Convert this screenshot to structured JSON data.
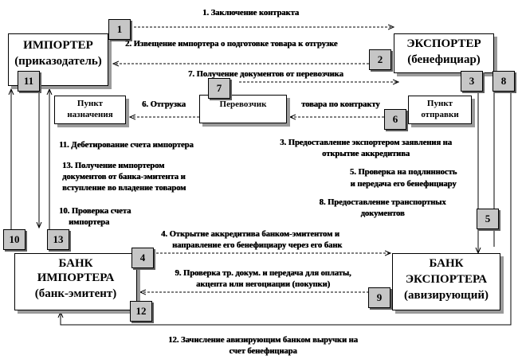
{
  "boxes": {
    "importer": {
      "line1": "ИМПОРТЕР",
      "line2": "(приказодатель)"
    },
    "exporter": {
      "line1": "ЭКСПОРТЕР",
      "line2": "(бенефициар)"
    },
    "destination": {
      "line1": "Пункт",
      "line2": "назначения"
    },
    "carrier": {
      "line1": "Перевозчик"
    },
    "departure": {
      "line1": "Пункт",
      "line2": "отправки"
    },
    "importer_bank": {
      "line1": "БАНК",
      "line2": "ИМПОРТЕРА",
      "line3": "(банк-эмитент)"
    },
    "exporter_bank": {
      "line1": "БАНК",
      "line2": "ЭКСПОРТЕРА",
      "line3": "(авизирующий)"
    }
  },
  "badges": [
    "1",
    "2",
    "3",
    "4",
    "5",
    "6",
    "7",
    "8",
    "9",
    "10",
    "11",
    "12",
    "13"
  ],
  "steps": {
    "s1": "1. Заключение контракта",
    "s2": "2. Извещение импортера о подготовке товара к отгрузке",
    "s7": "7. Получение документов от перевозчика",
    "s6": "6. Отгрузка",
    "s6b": "товара по контракту",
    "s11": "11. Дебетирование счета импортера",
    "s13a": "13. Получение импортером",
    "s13b": "документов от банка-эмитента и",
    "s13c": "вступление во владение товаром",
    "s10a": "10. Проверка счета",
    "s10b": "импортера",
    "s3a": "3. Предоставление экспортером заявления на",
    "s3b": "открытие аккредитива",
    "s5a": "5. Проверка на подлинность",
    "s5b": "и передача его бенефициару",
    "s8a": "8. Предоставление транспортных",
    "s8b": "документов",
    "s4a": "4. Открытие аккредитива банком-эмитентом и",
    "s4b": "направление его бенефициару через его банк",
    "s9a": "9. Проверка тр. докум. и передача для оплаты,",
    "s9b": "акцепта или негоциации (покупки)",
    "s12a": "12. Зачисление авизирующим банком выручки на",
    "s12b": "счет бенефициара"
  }
}
